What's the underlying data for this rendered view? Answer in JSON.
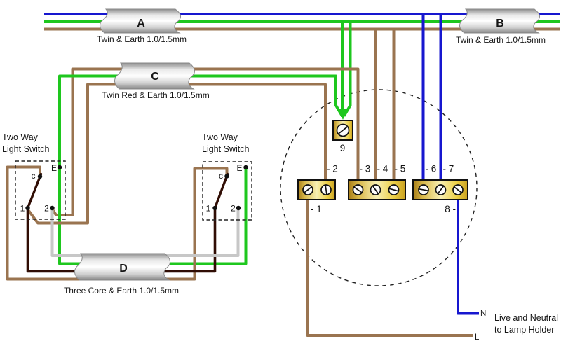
{
  "colors": {
    "blue": "#1717cf",
    "green": "#1ec71e",
    "brown": "#9a7450",
    "dark_core": "#300d04",
    "gray": "#c7c7c7",
    "gold_light": "#f7efb3",
    "gold_dark": "#b9891f",
    "terminal_outline": "#111111"
  },
  "cables": {
    "a": {
      "letter": "A",
      "description": "Twin & Earth 1.0/1.5mm"
    },
    "b": {
      "letter": "B",
      "description": "Twin & Earth 1.0/1.5mm"
    },
    "c": {
      "letter": "C",
      "description": "Twin Red & Earth 1.0/1.5mm"
    },
    "d": {
      "letter": "D",
      "description": "Three Core & Earth 1.0/1.5mm"
    }
  },
  "switches": {
    "left": {
      "title_line1": "Two Way",
      "title_line2": "Light Switch",
      "terminal_c": "c",
      "terminal_e": "E",
      "terminal_1": "1",
      "terminal_2": "2"
    },
    "right": {
      "title_line1": "Two Way",
      "title_line2": "Light Switch",
      "terminal_c": "c",
      "terminal_e": "E",
      "terminal_1": "1",
      "terminal_2": "2"
    }
  },
  "ceiling_rose": {
    "label_1": "- 1",
    "label_2": "- 2",
    "label_3": "- 3",
    "label_4": "- 4",
    "label_5": "- 5",
    "label_6": "- 6",
    "label_7": "- 7",
    "label_8": "8 -",
    "label_9": "9"
  },
  "lamp": {
    "neutral": "N",
    "live": "L",
    "note_line1": "Live and Neutral",
    "note_line2": "to Lamp Holder"
  }
}
